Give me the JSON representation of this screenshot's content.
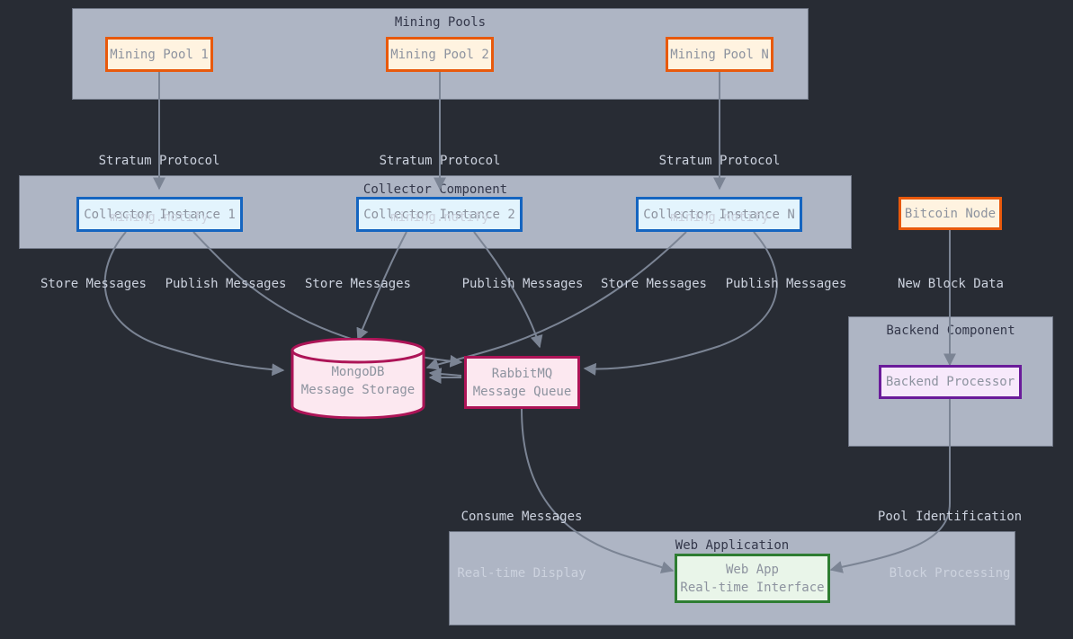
{
  "diagram": {
    "background": "#282c34",
    "cluster_fill": "#aeb5c4",
    "edge_color": "#7b8494",
    "clusters": [
      {
        "id": "mining-pools",
        "title": "Mining Pools"
      },
      {
        "id": "collector-component",
        "title": "Collector Component"
      },
      {
        "id": "backend-component",
        "title": "Backend Component"
      },
      {
        "id": "web-application",
        "title": "Web Application"
      }
    ],
    "nodes": {
      "pool1": {
        "label": "Mining Pool 1",
        "fill": "#fff3e0",
        "stroke": "#e8590c"
      },
      "pool2": {
        "label": "Mining Pool 2",
        "fill": "#fff3e0",
        "stroke": "#e8590c"
      },
      "poolN": {
        "label": "Mining Pool N",
        "fill": "#fff3e0",
        "stroke": "#e8590c"
      },
      "collector1": {
        "label": "Collector Instance 1",
        "fill": "#e3f4fd",
        "stroke": "#1565c0"
      },
      "collector2": {
        "label": "Collector Instance 2",
        "fill": "#e3f4fd",
        "stroke": "#1565c0"
      },
      "collectorN": {
        "label": "Collector Instance N",
        "fill": "#e3f4fd",
        "stroke": "#1565c0"
      },
      "bitcoin_node": {
        "label": "Bitcoin Node",
        "fill": "#fff3e0",
        "stroke": "#e8590c"
      },
      "mongodb": {
        "label_line1": "MongoDB",
        "label_line2": "Message Storage",
        "fill": "#fce8f0",
        "stroke": "#ad1457"
      },
      "rabbitmq": {
        "label_line1": "RabbitMQ",
        "label_line2": "Message Queue",
        "fill": "#fce8f0",
        "stroke": "#ad1457"
      },
      "backend_processor": {
        "label": "Backend Processor",
        "fill": "#f7e9fb",
        "stroke": "#6a1b9a"
      },
      "webapp": {
        "label_line1": "Web App",
        "label_line2": "Real-time Interface",
        "fill": "#e9f5e9",
        "stroke": "#2e7d32"
      }
    },
    "edge_labels": {
      "stratum1_l1": "Stratum Protocol",
      "stratum1_l2": "mining.notify",
      "stratum2_l1": "Stratum Protocol",
      "stratum2_l2": "mining.notify",
      "stratumN_l1": "Stratum Protocol",
      "stratumN_l2": "mining.notify",
      "store1": "Store Messages",
      "publish1": "Publish Messages",
      "store2": "Store Messages",
      "publish2": "Publish Messages",
      "storeN": "Store Messages",
      "publishN": "Publish Messages",
      "new_block": "New Block Data",
      "consume_l1": "Consume Messages",
      "consume_l2": "Real-time Display",
      "pool_ident_l1": "Pool Identification",
      "pool_ident_l2": "Block Processing"
    }
  }
}
